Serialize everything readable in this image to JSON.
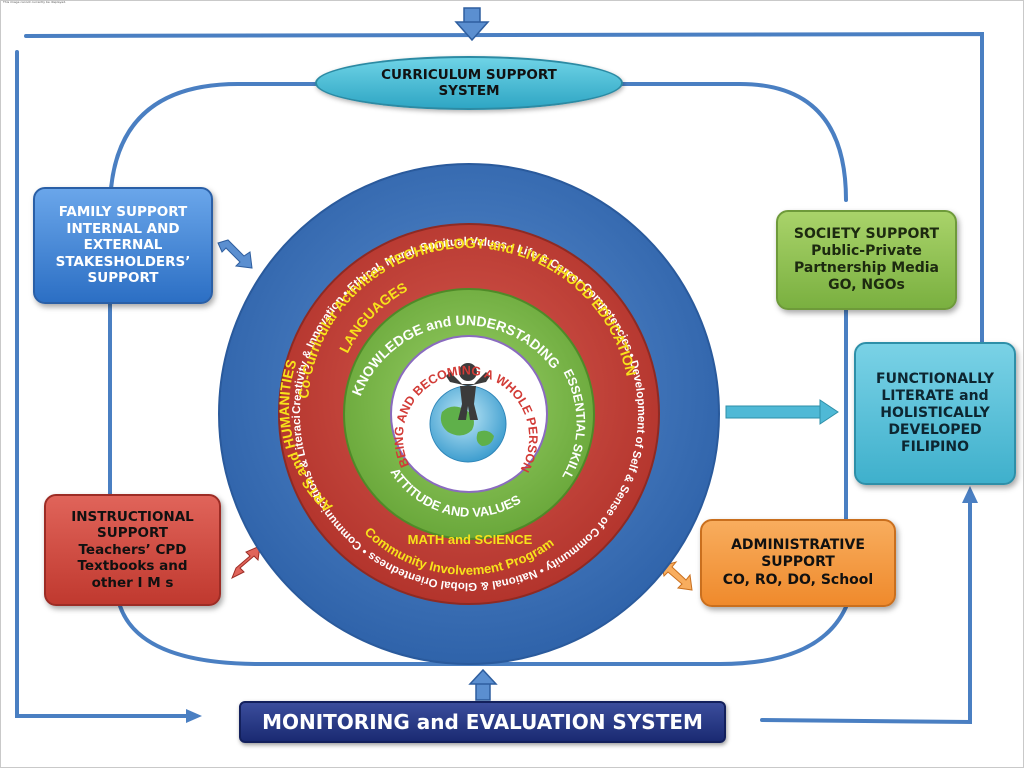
{
  "caption": "This image cannot currently be displayed.",
  "curriculum": {
    "line1": "CURRICULUM SUPPORT",
    "line2": "SYSTEM"
  },
  "family": {
    "lines": [
      "FAMILY SUPPORT",
      "INTERNAL AND",
      "EXTERNAL",
      "STAKESHOLDERS’",
      "SUPPORT"
    ]
  },
  "society": {
    "lines": [
      "SOCIETY SUPPORT",
      "Public-Private",
      "Partnership Media",
      "GO, NGOs"
    ]
  },
  "functional": {
    "lines": [
      "FUNCTIONALLY",
      "LITERATE and",
      "HOLISTICALLY",
      "DEVELOPED",
      "FILIPINO"
    ]
  },
  "instructional": {
    "lines": [
      "INSTRUCTIONAL",
      "SUPPORT",
      "Teachers’ CPD",
      "Textbooks and",
      "other I M s"
    ]
  },
  "administrative": {
    "lines": [
      "ADMINISTRATIVE",
      "SUPPORT",
      "CO, RO, DO, School"
    ]
  },
  "monitoring": {
    "label": "MONITORING and EVALUATION SYSTEM"
  },
  "outer_ring": {
    "top": "Creativity & Innovation • Ethical, Moral, Spiritual Values • Life & Career Competencies • Development of Self & Sense of Community • National & Global Orientedness • Communications & Literacies • Critical thinking & Problem Solving •"
  },
  "red_ring": {
    "top": "Co-Curricular Activities  TECHNOLOGY and LIVELIHOOD EDUCATION",
    "left": "ARTS and HUMANITIES",
    "math": "MATH and SCIENCE",
    "community": "Community Involvement Program",
    "languages": "LANGUAGES"
  },
  "green_ring": {
    "top": "KNOWLEDGE and UNDERSTADING",
    "right": "ESSENTIAL SKILLS",
    "bottom": "ATTITUDE AND VALUES"
  },
  "center": {
    "top": "BEING AND BECOMING A WHOLE PERSON"
  },
  "colors": {
    "arrow_blue": "#4a7fc2",
    "outer_ring": "#3f74b8",
    "red_ring": "#c2413a",
    "green_ring": "#7dbf4a",
    "ring_text_yellow": "#f7e21b"
  }
}
